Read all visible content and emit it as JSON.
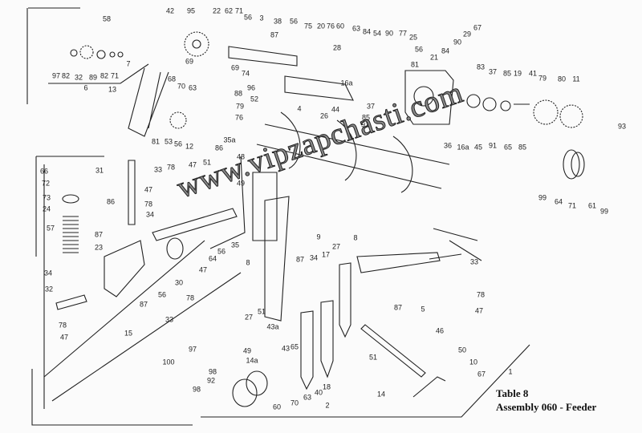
{
  "title": {
    "line1": "Table 8",
    "line2": "Assembly 060 - Feeder"
  },
  "watermark": "www.vipzapchasti.com",
  "callouts": [
    "58",
    "42",
    "95",
    "22",
    "62",
    "71",
    "56",
    "3",
    "38",
    "56",
    "75",
    "20",
    "76",
    "60",
    "63",
    "84",
    "54",
    "90",
    "77",
    "25",
    "56",
    "81",
    "87",
    "28",
    "7",
    "97",
    "82",
    "32",
    "89",
    "82",
    "71",
    "6",
    "13",
    "69",
    "69",
    "74",
    "68",
    "70",
    "63",
    "88",
    "96",
    "52",
    "79",
    "76",
    "4",
    "26",
    "16a",
    "44",
    "37",
    "85",
    "91",
    "21",
    "84",
    "90",
    "29",
    "67",
    "83",
    "37",
    "85",
    "19",
    "41",
    "79",
    "80",
    "11",
    "36",
    "16a",
    "45",
    "91",
    "65",
    "85",
    "93",
    "99",
    "64",
    "71",
    "61",
    "99",
    "81",
    "53",
    "56",
    "12",
    "35a",
    "86",
    "66",
    "72",
    "73",
    "24",
    "57",
    "31",
    "86",
    "87",
    "23",
    "34",
    "32",
    "78",
    "47",
    "15",
    "33",
    "78",
    "47",
    "51",
    "47",
    "78",
    "34",
    "48",
    "49",
    "35",
    "56",
    "64",
    "30",
    "56",
    "87",
    "47",
    "78",
    "8",
    "51",
    "27",
    "33",
    "97",
    "49",
    "14a",
    "100",
    "98",
    "92",
    "98",
    "63",
    "70",
    "60",
    "40",
    "2",
    "9",
    "27",
    "87",
    "34",
    "17",
    "8",
    "43a",
    "43",
    "65",
    "18",
    "33",
    "78",
    "47",
    "87",
    "5",
    "51",
    "46",
    "50",
    "10",
    "67",
    "1",
    "14"
  ],
  "colors": {
    "ink": "#222222",
    "paper": "#fbfbfb"
  }
}
